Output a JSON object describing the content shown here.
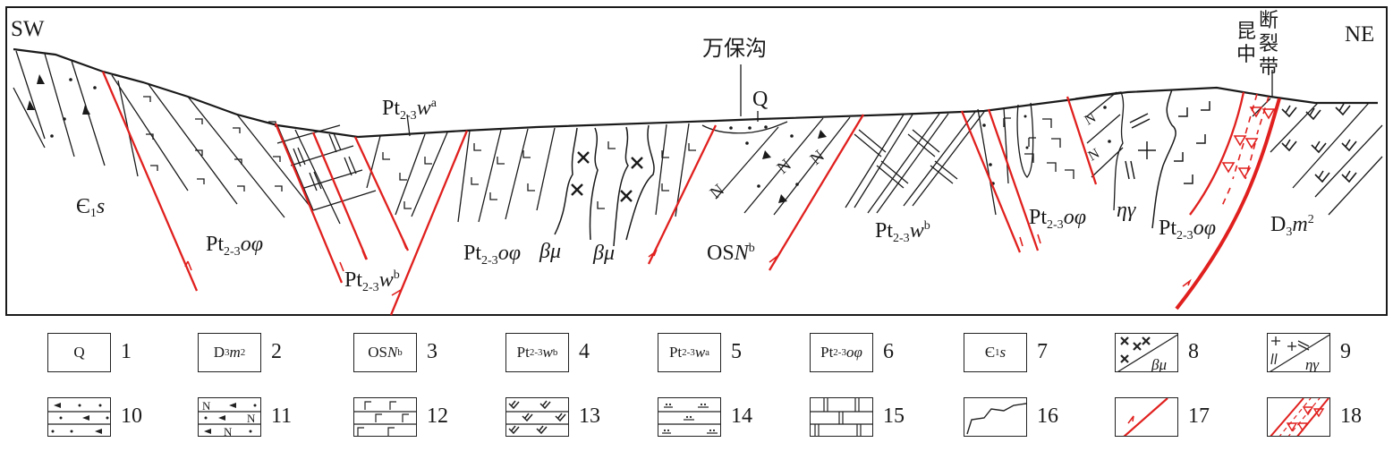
{
  "figure": {
    "direction_left": "SW",
    "direction_right": "NE",
    "place_label": "万保沟",
    "fault_zone_label": [
      "昆",
      "中",
      "断",
      "裂",
      "带"
    ],
    "colors": {
      "fault": "#e0201e",
      "line": "#1a1a1a",
      "background": "#ffffff"
    }
  },
  "section_labels": {
    "cambrian": {
      "base": "Є",
      "sub": "1",
      "tail": "s"
    },
    "opp_left": {
      "base": "Pt",
      "sub": "2-3",
      "tail": "oφ"
    },
    "wa": {
      "base": "Pt",
      "sub": "2-3",
      "tail": "w",
      "sup": "a"
    },
    "wb_left": {
      "base": "Pt",
      "sub": "2-3",
      "tail": "w",
      "sup": "b"
    },
    "opp_mid": {
      "base": "Pt",
      "sub": "2-3",
      "tail": "oφ"
    },
    "bmu1": "βμ",
    "bmu2": "βμ",
    "q": "Q",
    "osn": {
      "base": "OS",
      "tail": "N",
      "sup": "b"
    },
    "wb_right": {
      "base": "Pt",
      "sub": "2-3",
      "tail": "w",
      "sup": "b"
    },
    "opp_right1": {
      "base": "Pt",
      "sub": "2-3",
      "tail": "oφ"
    },
    "eta_gamma": "ηγ",
    "opp_right2": {
      "base": "Pt",
      "sub": "2-3",
      "tail": "oφ"
    },
    "d3m2": {
      "base": "D",
      "sub": "3",
      "tail": "m",
      "sup": "2"
    }
  },
  "legend": [
    {
      "num": "1",
      "kind": "label",
      "base": "Q"
    },
    {
      "num": "2",
      "kind": "label",
      "base": "D",
      "sub": "3",
      "tail": "m",
      "sup": "2"
    },
    {
      "num": "3",
      "kind": "label",
      "base": "OS",
      "tail": "N",
      "sup": "b"
    },
    {
      "num": "4",
      "kind": "label",
      "base": "Pt",
      "sub": "2-3",
      "tail": "w",
      "sup": "b"
    },
    {
      "num": "5",
      "kind": "label",
      "base": "Pt",
      "sub": "2-3",
      "tail": "w",
      "sup": "a"
    },
    {
      "num": "6",
      "kind": "label",
      "base": "Pt",
      "sub": "2-3",
      "tail": "oφ"
    },
    {
      "num": "7",
      "kind": "label",
      "base": "Є",
      "sub": "1",
      "tail": "s"
    },
    {
      "num": "8",
      "kind": "pattern",
      "pattern": "diabase",
      "text": "βμ"
    },
    {
      "num": "9",
      "kind": "pattern",
      "pattern": "granite",
      "text": "ηγ"
    },
    {
      "num": "10",
      "kind": "pattern",
      "pattern": "breccia-sandstone"
    },
    {
      "num": "11",
      "kind": "pattern",
      "pattern": "feldspar-sandstone"
    },
    {
      "num": "12",
      "kind": "pattern",
      "pattern": "basalt"
    },
    {
      "num": "13",
      "kind": "pattern",
      "pattern": "andesite"
    },
    {
      "num": "14",
      "kind": "pattern",
      "pattern": "siltstone"
    },
    {
      "num": "15",
      "kind": "pattern",
      "pattern": "limestone"
    },
    {
      "num": "16",
      "kind": "pattern",
      "pattern": "intrusive-contact"
    },
    {
      "num": "17",
      "kind": "pattern",
      "pattern": "thrust-fault"
    },
    {
      "num": "18",
      "kind": "pattern",
      "pattern": "fault-zone"
    }
  ]
}
